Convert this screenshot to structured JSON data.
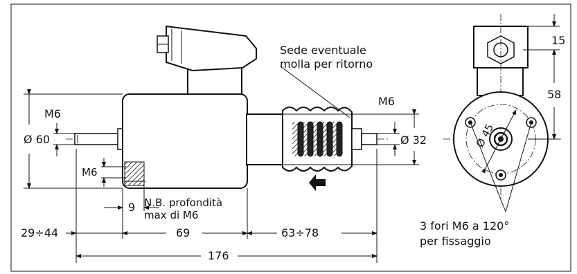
{
  "labels": {
    "seat_note_line1": "Sede eventuale",
    "seat_note_line2": "molla per ritorno",
    "thread_left": "M6",
    "thread_right": "M6",
    "thread_lower": "M6",
    "dia_left": "Ø 60",
    "dia_right": "Ø 32",
    "dia_45": "Ø 45",
    "dim_9": "9",
    "nb_line1": "N.B. profondità",
    "nb_line2": "max di M6",
    "dim_29_44": "29÷44",
    "dim_69": "69",
    "dim_63_78": "63÷78",
    "dim_176": "176",
    "dim_15": "15",
    "dim_58": "58",
    "holes_line1": "3 fori M6 a 120°",
    "holes_line2": "per fissaggio"
  }
}
